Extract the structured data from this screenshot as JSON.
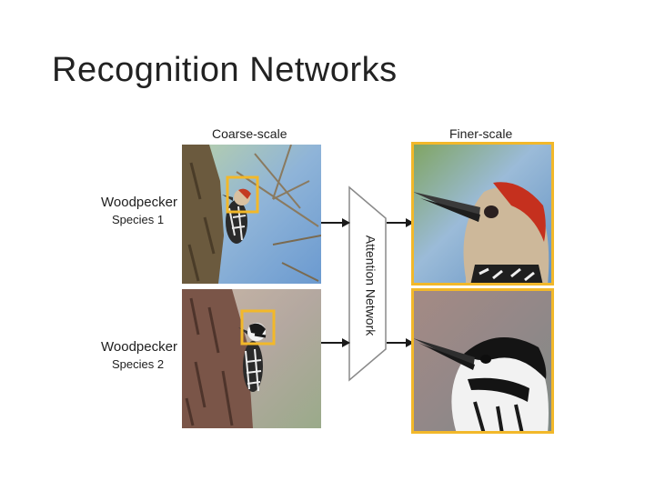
{
  "slide": {
    "title": "Recognition Networks"
  },
  "figure": {
    "coarse_label": "Coarse-scale",
    "finer_label": "Finer-scale",
    "network_label": "Attention Network",
    "rows": [
      {
        "name": "Woodpecker",
        "species": "Species 1"
      },
      {
        "name": "Woodpecker",
        "species": "Species 2"
      }
    ],
    "colors": {
      "highlight_box": "#f2b82a",
      "network_fill": "#ffffff",
      "arrow": "#1a1a1a"
    },
    "icons": [
      "coarse-photo-1",
      "coarse-photo-2",
      "finer-photo-1",
      "finer-photo-2",
      "arrow-icon"
    ]
  }
}
